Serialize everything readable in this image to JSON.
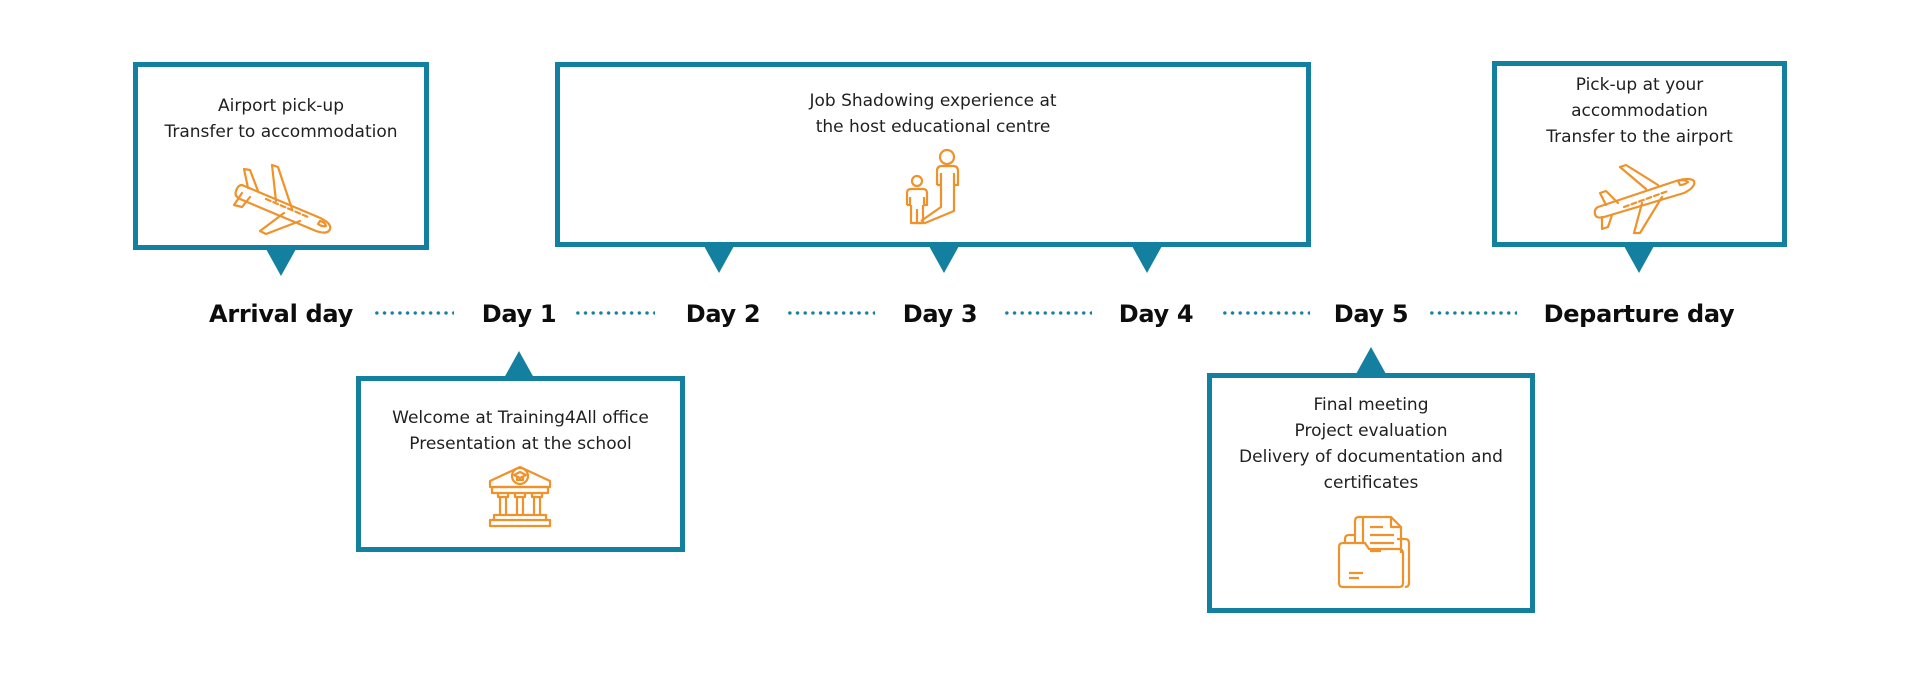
{
  "colors": {
    "accent": "#14809f",
    "icon": "#f0922b",
    "text": "#1f1f1f"
  },
  "timeline": {
    "days": [
      {
        "label": "Arrival day"
      },
      {
        "label": "Day 1"
      },
      {
        "label": "Day 2"
      },
      {
        "label": "Day 3"
      },
      {
        "label": "Day 4"
      },
      {
        "label": "Day 5"
      },
      {
        "label": "Departure day"
      }
    ],
    "connector": "dotted-line"
  },
  "events": {
    "arrival": {
      "lines": [
        "Airport pick-up",
        "Transfer to accommodation"
      ],
      "icon": "airplane-landing-icon",
      "attached_to": "Arrival day"
    },
    "day1": {
      "lines": [
        "Welcome at Training4All office",
        "Presentation at the school"
      ],
      "icon": "school-building-icon",
      "attached_to": "Day 1"
    },
    "job_shadowing": {
      "lines": [
        "Job Shadowing experience at",
        "the host educational centre"
      ],
      "icon": "mentor-shadow-icon",
      "attached_to": [
        "Day 2",
        "Day 3",
        "Day 4"
      ]
    },
    "day5": {
      "lines": [
        "Final meeting",
        "Project evaluation",
        "Delivery of documentation and",
        "certificates"
      ],
      "icon": "folder-documents-icon",
      "attached_to": "Day 5"
    },
    "departure": {
      "lines": [
        "Pick-up at your",
        "accommodation",
        "Transfer to the airport"
      ],
      "icon": "airplane-takeoff-icon",
      "attached_to": "Departure day"
    }
  }
}
